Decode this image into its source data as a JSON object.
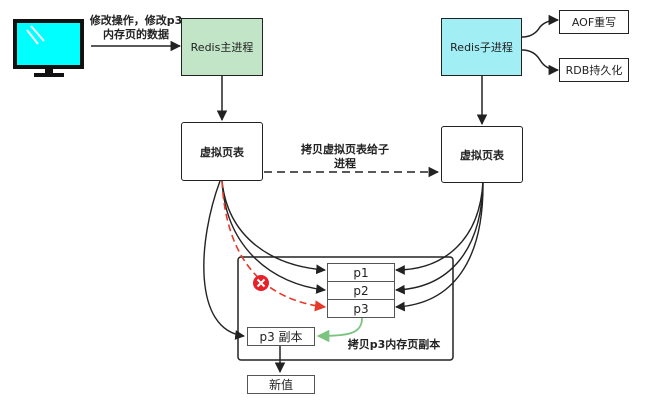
{
  "labels": {
    "modify_line1": "修改操作，修改p3",
    "modify_line2": "内存页的数据",
    "copy_line1": "拷贝虚拟页表给子",
    "copy_line2": "进程",
    "copy_p3": "拷贝p3内存页副本"
  },
  "nodes": {
    "redis_main": "Redis主进程",
    "redis_child": "Redis子进程",
    "aof": "AOF重写",
    "rdb": "RDB持久化",
    "vpt_left": "虚拟页表",
    "vpt_right": "虚拟页表",
    "p1": "p1",
    "p2": "p2",
    "p3": "p3",
    "p3_copy": "p3 副本",
    "new_value": "新值"
  },
  "colors": {
    "main_fill": "#c1e5c6",
    "child_fill": "#a2eef5",
    "monitor_fill": "#00ffff",
    "red_arrow": "#e53a2a",
    "green_arrow": "#7bc47f"
  }
}
